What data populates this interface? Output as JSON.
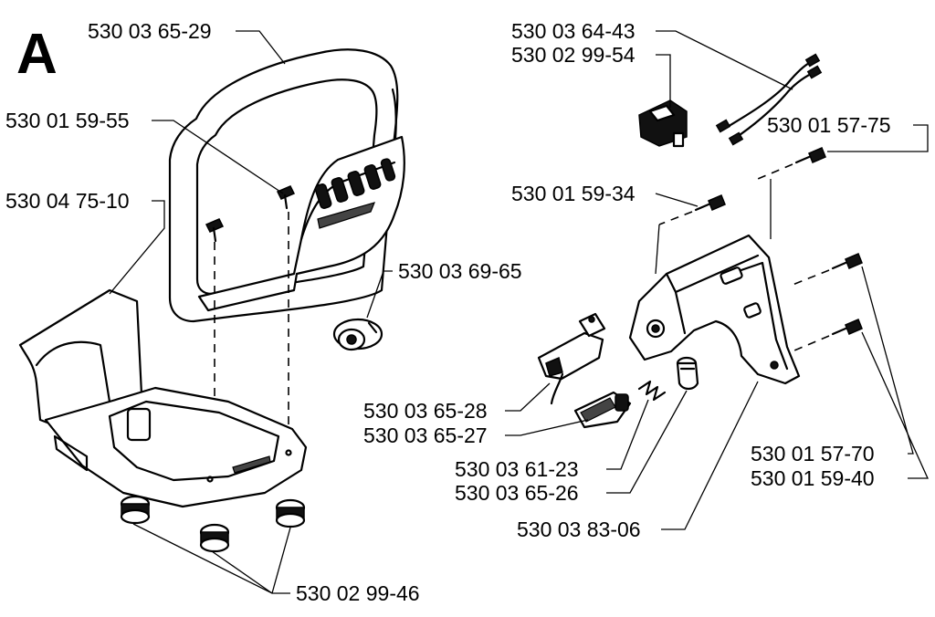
{
  "diagram": {
    "section_letter": "A",
    "labels": {
      "p_530036529": "530 03 65-29",
      "p_530015955": "530 01 59-55",
      "p_530047510": "530 04 75-10",
      "p_530036965": "530 03 69-65",
      "p_530029946": "530 02 99-46",
      "p_530036443": "530 03 64-43",
      "p_530029954": "530 02 99-54",
      "p_530015775": "530 01 57-75",
      "p_530015934": "530 01 59-34",
      "p_530036528": "530 03 65-28",
      "p_530036527": "530 03 65-27",
      "p_530036123": "530 03 61-23",
      "p_530036526": "530 03 65-26",
      "p_530038306": "530 03 83-06",
      "p_530015770": "530 01 57-70",
      "p_530015940": "530 01 59-40"
    }
  }
}
